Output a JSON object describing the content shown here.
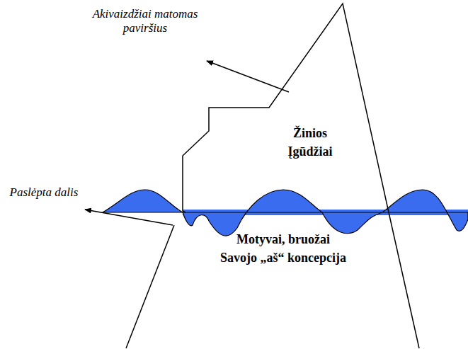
{
  "diagram": {
    "labels": [
      "Akivaizdžiai matomas paviršius",
      "Žinios",
      "Įgūdžiai",
      "Paslėpta dalis",
      "Motyvai, bruožai",
      "Savojo „aš“ koncepcija"
    ]
  }
}
